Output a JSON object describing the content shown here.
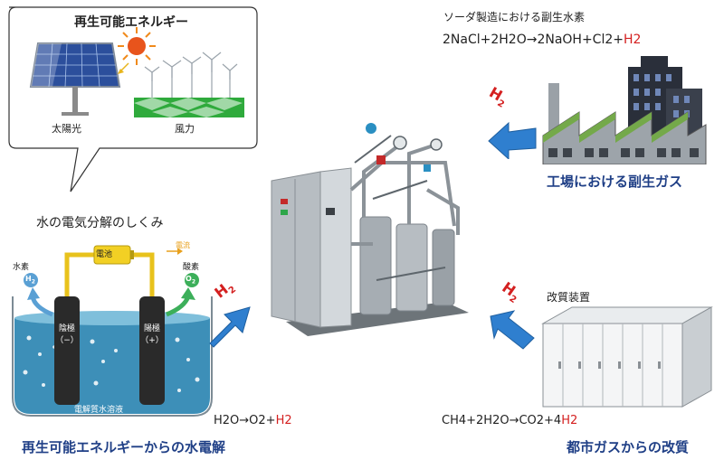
{
  "renewable": {
    "title": "再生可能エネルギー",
    "solar_label": "太陽光",
    "wind_label": "風力"
  },
  "electrolysis": {
    "heading": "水の電気分解のしくみ",
    "hydrogen": "水素",
    "h2": "H",
    "oxygen": "酸素",
    "o2": "O",
    "battery": "電池",
    "current": "電流",
    "cathode": "陰極\n（−）",
    "anode": "陽極\n（+）",
    "solution": "電解質水溶液",
    "caption": "再生可能エネルギーからの水電解",
    "equation_left": "H2O→O2+",
    "equation_h2": "H2"
  },
  "factory": {
    "note": "ソーダ製造における副生水素",
    "equation_left": "2NaCl+2H2O→2NaOH+Cl2+",
    "equation_h2": "H2",
    "caption": "工場における副生ガス"
  },
  "reformer": {
    "label": "改質装置",
    "equation_left": "CH4+2H2O→CO2+4",
    "equation_h2": "H2",
    "caption": "都市ガスからの改質"
  },
  "arrows": {
    "h2_label": "H",
    "h2_sub": "2"
  },
  "colors": {
    "caption_blue": "#1f3f86",
    "arrow_blue": "#2f7fcf",
    "h2_red": "#d42020",
    "water": "#3d8fb8"
  }
}
